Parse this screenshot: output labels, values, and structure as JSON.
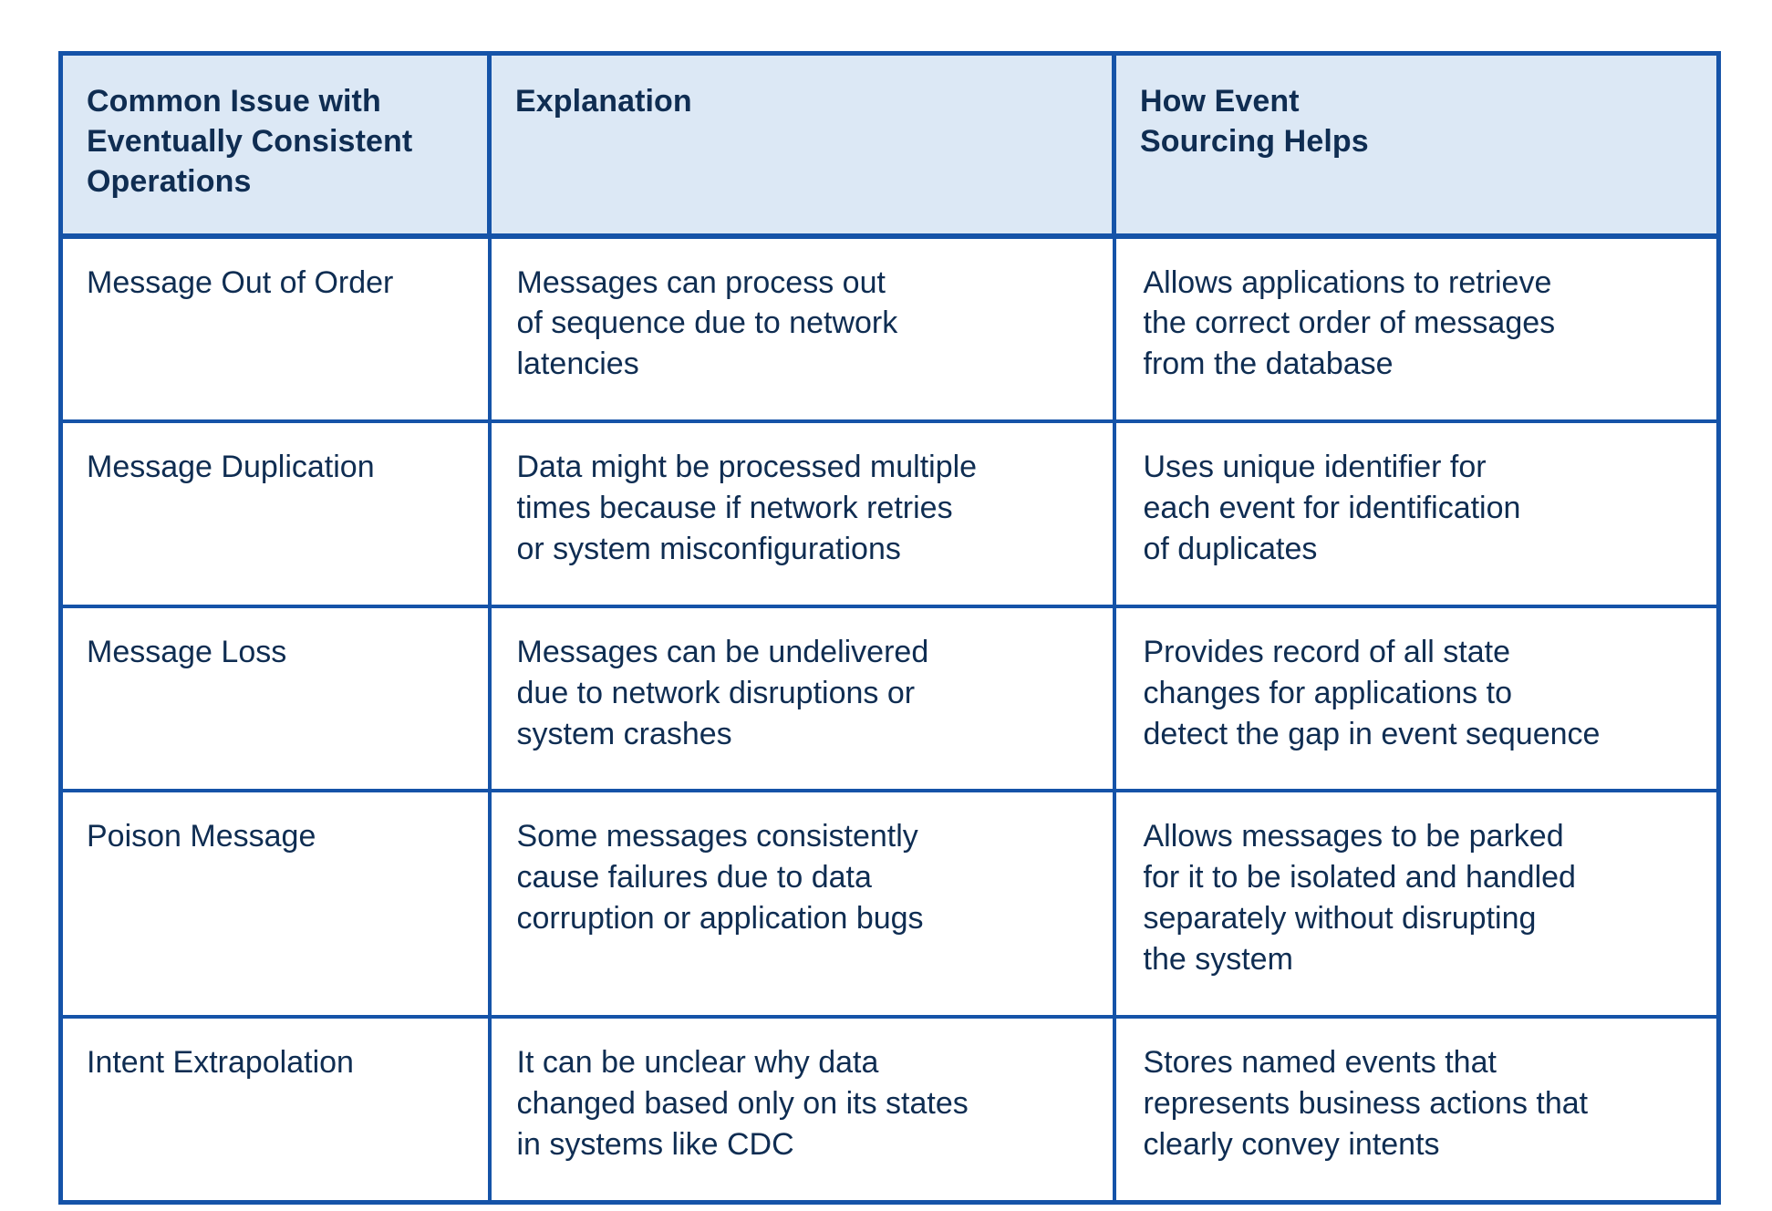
{
  "table": {
    "headers": [
      {
        "id": "issue",
        "lines": [
          "Common Issue with",
          "Eventually Consistent",
          "Operations"
        ]
      },
      {
        "id": "explanation",
        "lines": [
          "Explanation"
        ]
      },
      {
        "id": "help",
        "lines": [
          "How Event",
          "Sourcing Helps"
        ]
      }
    ],
    "rows": [
      {
        "issue": {
          "lines": [
            "Message Out of Order"
          ]
        },
        "explanation": {
          "lines": [
            "Messages can process out",
            "of sequence due to network",
            "latencies"
          ]
        },
        "help": {
          "lines": [
            "Allows applications to retrieve",
            "the correct order of messages",
            "from the database"
          ]
        }
      },
      {
        "issue": {
          "lines": [
            "Message Duplication"
          ]
        },
        "explanation": {
          "lines": [
            "Data might be processed multiple",
            "times because if network retries",
            "or system misconfigurations"
          ]
        },
        "help": {
          "lines": [
            "Uses unique identifier for",
            "each event for identification",
            "of duplicates"
          ]
        }
      },
      {
        "issue": {
          "lines": [
            "Message Loss"
          ]
        },
        "explanation": {
          "lines": [
            "Messages can be undelivered",
            "due to network disruptions or",
            "system crashes"
          ]
        },
        "help": {
          "lines": [
            "Provides record of all state",
            "changes for applications to",
            "detect the gap in event sequence"
          ]
        }
      },
      {
        "issue": {
          "lines": [
            "Poison Message"
          ]
        },
        "explanation": {
          "lines": [
            "Some messages consistently",
            "cause failures due to data",
            "corruption or application bugs"
          ]
        },
        "help": {
          "lines": [
            "Allows messages to be parked",
            "for it to be isolated and handled",
            "separately without disrupting",
            "the system"
          ]
        }
      },
      {
        "issue": {
          "lines": [
            "Intent Extrapolation"
          ]
        },
        "explanation": {
          "lines": [
            "It can be unclear why data",
            "changed based only on its states",
            "in systems like CDC"
          ]
        },
        "help": {
          "lines": [
            "Stores named events that",
            "represents business actions that",
            "clearly convey intents"
          ]
        }
      }
    ]
  },
  "colors": {
    "border": "#1553a8",
    "header_background": "#dce8f5",
    "text": "#0f2d52",
    "body_background": "#ffffff"
  }
}
